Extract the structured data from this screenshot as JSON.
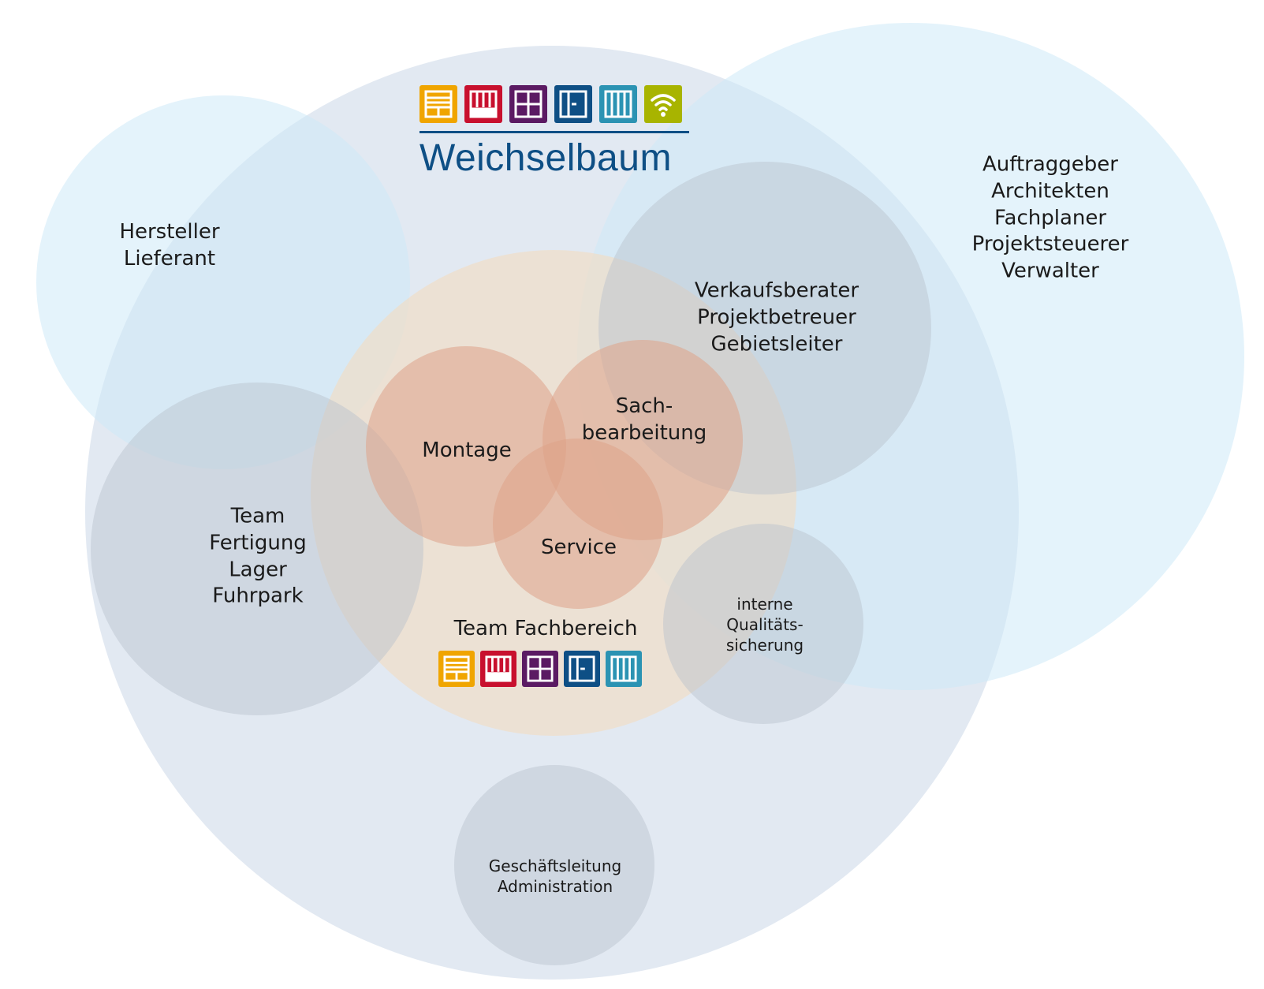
{
  "brand": {
    "name": "Weichselbaum",
    "tiles": [
      {
        "icon": "blind-icon",
        "color": "#f0a500"
      },
      {
        "icon": "awning-icon",
        "color": "#c8102e"
      },
      {
        "icon": "window-icon",
        "color": "#5b1a63"
      },
      {
        "icon": "door-icon",
        "color": "#0e4f85"
      },
      {
        "icon": "gate-icon",
        "color": "#2b93b3"
      },
      {
        "icon": "wifi-icon",
        "color": "#a8b400"
      }
    ]
  },
  "circles": {
    "outer": {
      "label": ""
    },
    "clients": {
      "lines": "Auftraggeber\nArchitekten\nFachplaner\nProjektsteuerer\nVerwalter"
    },
    "suppliers": {
      "lines": "Hersteller\nLieferant"
    },
    "sales": {
      "lines": "Verkaufsberater\nProjektbetreuer\nGebietsleiter"
    },
    "production": {
      "lines": "Team\nFertigung\nLager\nFuhrpark"
    },
    "quality": {
      "lines": "interne\nQualitäts-\nsicherung"
    },
    "management": {
      "lines": "Geschäftsleitung\nAdministration"
    },
    "team": {
      "label": "Team Fachbereich"
    },
    "assembly": {
      "label": "Montage"
    },
    "clerical": {
      "lines": "Sach-\nbearbeitung"
    },
    "service": {
      "label": "Service"
    }
  },
  "colors": {
    "outer": "#c6d3e6",
    "light_blue": "#cdeaf8",
    "grey": "#b9c0cb",
    "team": "#f3dcbf",
    "core": "#dfa389",
    "text": "#1a1a1a",
    "brand_blue": "#0e4f85"
  }
}
